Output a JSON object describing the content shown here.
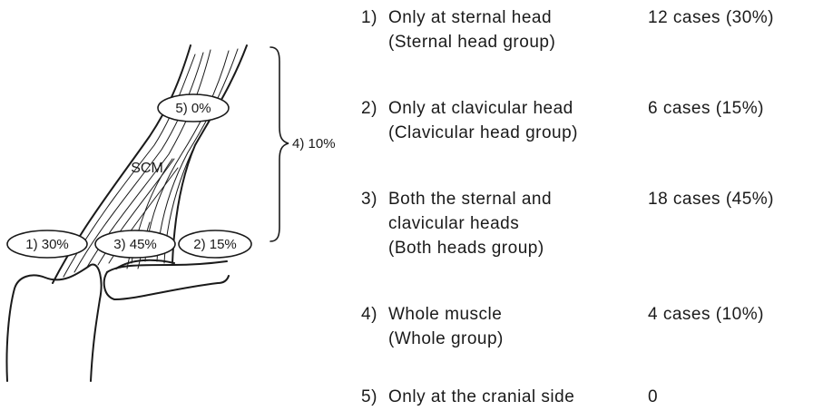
{
  "diagram": {
    "muscle_label": "SCM",
    "regions": [
      {
        "id": "sternal",
        "label": "1) 30%"
      },
      {
        "id": "both",
        "label": "3) 45%"
      },
      {
        "id": "clavicular",
        "label": "2) 15%"
      },
      {
        "id": "cranial",
        "label": "5) 0%"
      }
    ],
    "brace_label": "4) 10%"
  },
  "legend": {
    "entries": [
      {
        "number": "1)",
        "lines": [
          "Only at sternal head",
          "(Sternal head group)"
        ],
        "result": "12 cases (30%)"
      },
      {
        "number": "2)",
        "lines": [
          "Only at clavicular head",
          "(Clavicular head group)"
        ],
        "result": "6 cases (15%)"
      },
      {
        "number": "3)",
        "lines": [
          "Both the sternal and",
          "clavicular heads",
          "(Both heads group)"
        ],
        "result": "18 cases (45%)"
      },
      {
        "number": "4)",
        "lines": [
          "Whole muscle",
          "(Whole group)"
        ],
        "result": "4 cases (10%)"
      },
      {
        "number": "5)",
        "lines": [
          "Only at the cranial side"
        ],
        "result": "0"
      }
    ]
  }
}
